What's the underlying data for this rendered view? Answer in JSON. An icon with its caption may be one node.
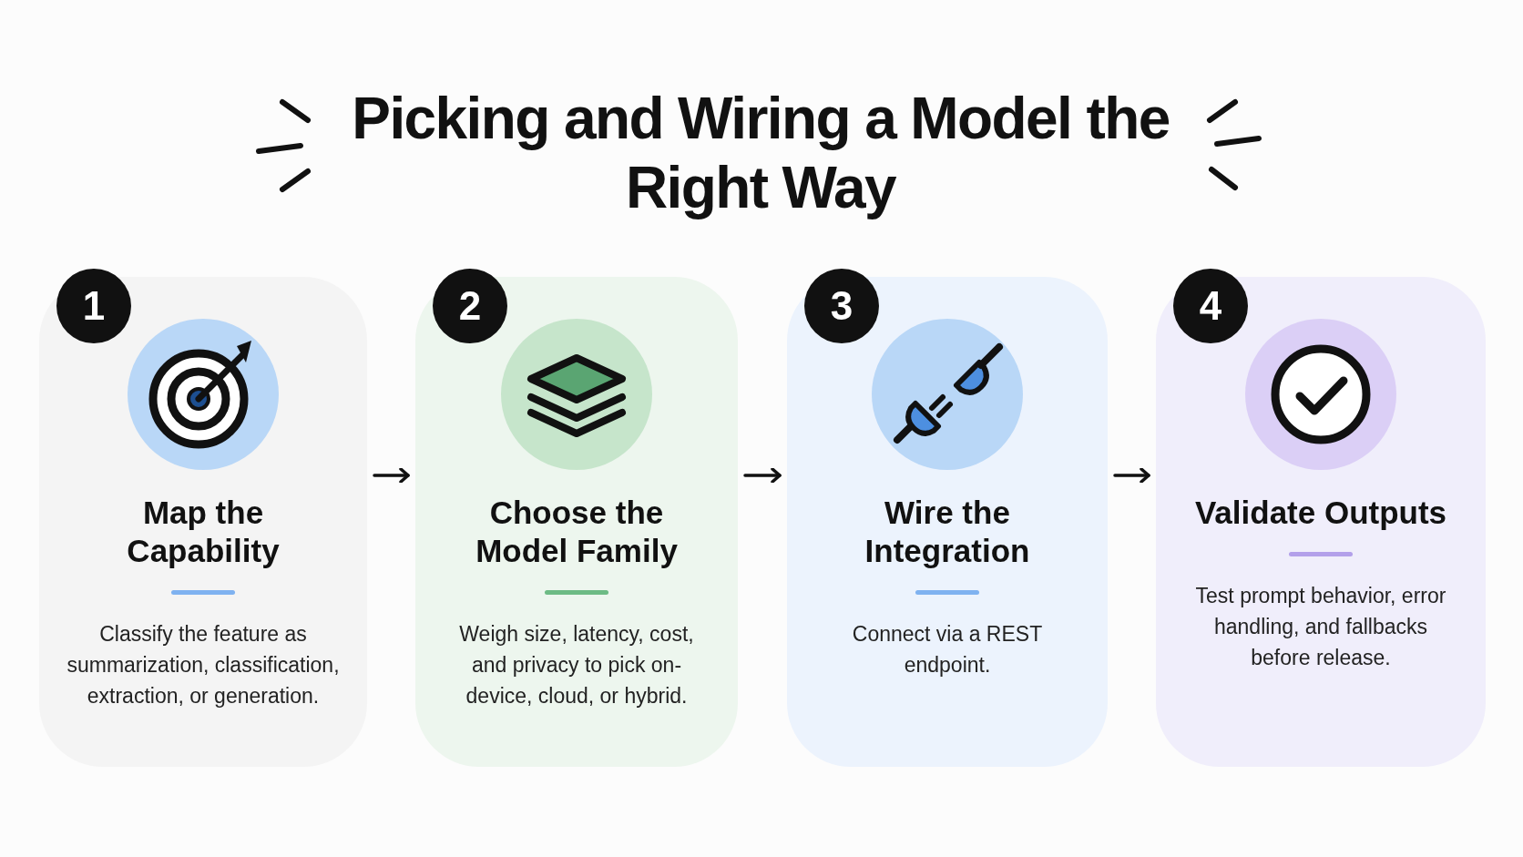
{
  "diagram": {
    "title": "Picking and Wiring a Model the Right Way",
    "nodes": [
      {
        "text": [
          "Map the Capability",
          "Classify the feature as summarization, classification, extraction, or generation."
        ]
      },
      {
        "text": [
          "Choose the Model Family",
          "Weigh size, latency, cost, and privacy to pick on-device, cloud, or hybrid."
        ]
      },
      {
        "text": [
          "Wire the Integration",
          "Connect via a REST endpoint."
        ]
      },
      {
        "text": [
          "Validate Outputs",
          "Test prompt behavior, error handling, and fallbacks before release."
        ]
      },
      {
        "text": [
          "1"
        ]
      },
      {
        "text": [
          "2"
        ]
      },
      {
        "text": [
          "3"
        ]
      },
      {
        "text": [
          "4"
        ]
      }
    ],
    "edges": [
      {
        "from": 0,
        "to": 1,
        "arrow": "to"
      },
      {
        "from": 1,
        "to": 2,
        "arrow": "to"
      },
      {
        "from": 2,
        "to": 3,
        "arrow": "to"
      }
    ]
  }
}
